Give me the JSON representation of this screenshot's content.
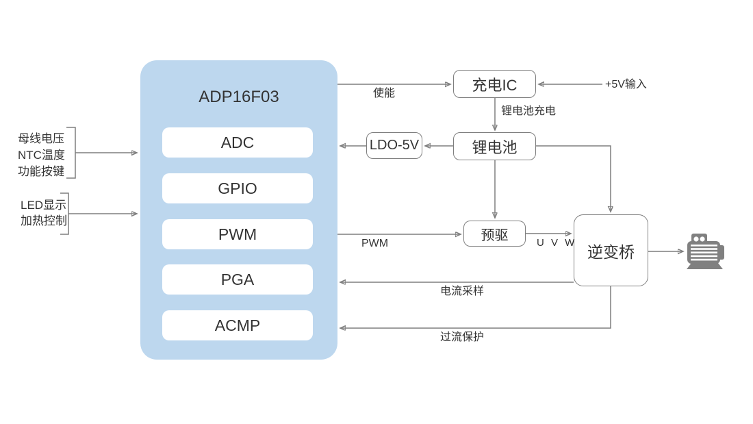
{
  "chip": {
    "title": "ADP16F03",
    "blocks": [
      "ADC",
      "GPIO",
      "PWM",
      "PGA",
      "ACMP"
    ]
  },
  "nodes": {
    "charge_ic": "充电IC",
    "battery": "锂电池",
    "ldo": "LDO-5V",
    "predriver": "预驱",
    "inverter": "逆变桥"
  },
  "wire_labels": {
    "enable": "使能",
    "vin": "+5V输入",
    "battery_charge": "锂电池充电",
    "pwm": "PWM",
    "uvw": "U V W",
    "current_sample": "电流采样",
    "overcurrent": "过流保护"
  },
  "input_groups": {
    "mcu_inputs": [
      "母线电压",
      "NTC温度",
      "功能按键"
    ],
    "mcu_outputs": [
      "LED显示",
      "加热控制"
    ]
  },
  "icons": {
    "motor": "motor-icon"
  },
  "colors": {
    "chip_fill": "#BDD7EE",
    "block_fill": "#FFFFFF",
    "line": "#7F7F7F",
    "text": "#333333",
    "motor_icon": "#808080",
    "background": "#FFFFFF"
  }
}
